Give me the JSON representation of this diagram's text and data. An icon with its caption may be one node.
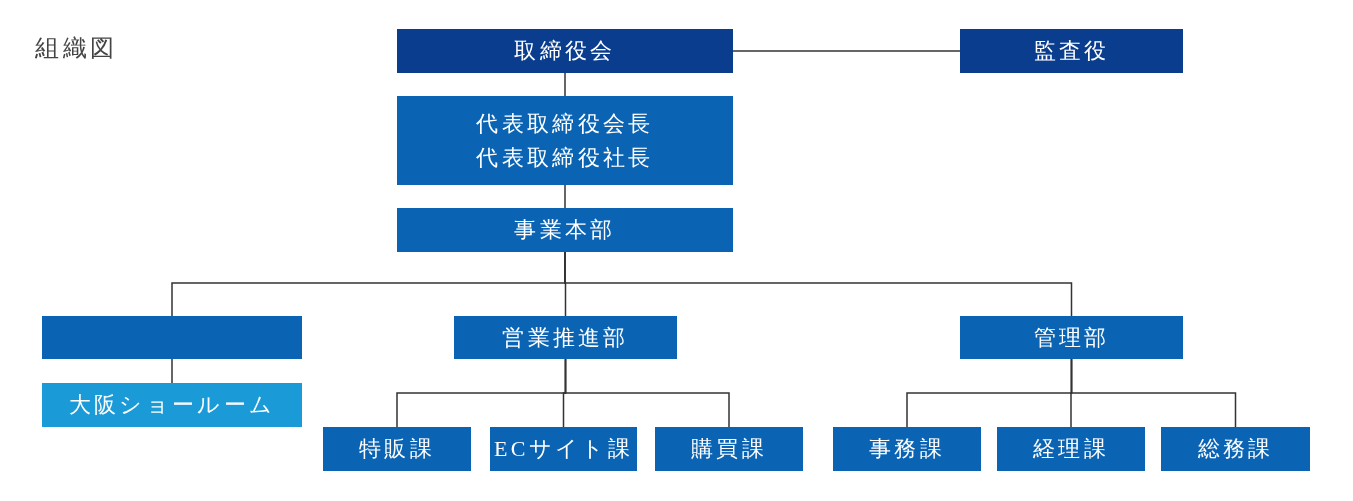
{
  "diagram": {
    "title": "組織図",
    "nodes": [
      {
        "text": [
          "取締役会"
        ]
      },
      {
        "text": [
          "監査役"
        ]
      },
      {
        "text": [
          "代表取締役会長",
          "代表取締役社長"
        ]
      },
      {
        "text": [
          "事業本部"
        ]
      },
      {
        "text": [],
        "shape": "box"
      },
      {
        "text": [
          "大阪ショールーム"
        ]
      },
      {
        "text": [
          "営業推進部"
        ]
      },
      {
        "text": [
          "管理部"
        ]
      },
      {
        "text": [
          "特販課"
        ]
      },
      {
        "text": [
          "ECサイト課"
        ]
      },
      {
        "text": [
          "購買課"
        ]
      },
      {
        "text": [
          "事務課"
        ]
      },
      {
        "text": [
          "経理課"
        ]
      },
      {
        "text": [
          "総務課"
        ]
      }
    ],
    "edges": [
      {
        "from": 0,
        "to": 1,
        "arrow": "none"
      },
      {
        "from": 0,
        "to": 2,
        "arrow": "none"
      },
      {
        "from": 2,
        "to": 3,
        "arrow": "none"
      },
      {
        "from": 3,
        "to": 4,
        "arrow": "none"
      },
      {
        "from": 3,
        "to": 6,
        "arrow": "none"
      },
      {
        "from": 3,
        "to": 7,
        "arrow": "none"
      },
      {
        "from": 4,
        "to": 5,
        "arrow": "none"
      },
      {
        "from": 6,
        "to": 8,
        "arrow": "none"
      },
      {
        "from": 6,
        "to": 9,
        "arrow": "none"
      },
      {
        "from": 6,
        "to": 10,
        "arrow": "none"
      },
      {
        "from": 7,
        "to": 11,
        "arrow": "none"
      },
      {
        "from": 7,
        "to": 12,
        "arrow": "none"
      },
      {
        "from": 7,
        "to": 13,
        "arrow": "none"
      }
    ]
  }
}
